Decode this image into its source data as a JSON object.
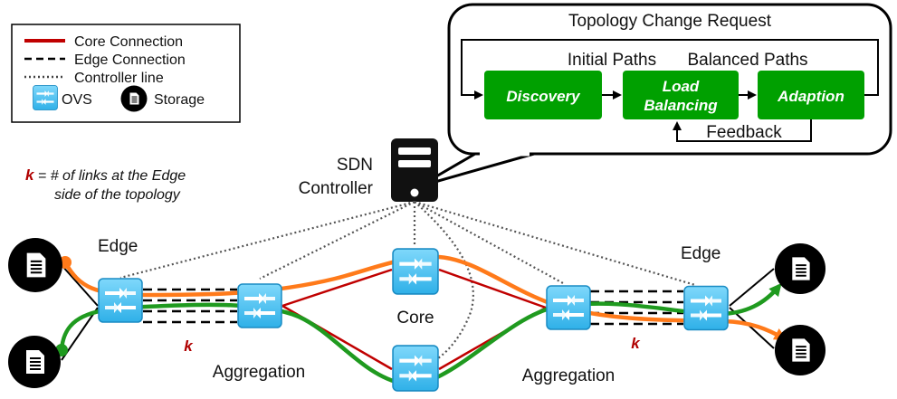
{
  "legend": {
    "core": "Core Connection",
    "edge": "Edge Connection",
    "controller": "Controller line",
    "ovs": "OVS",
    "storage": "Storage"
  },
  "topology_change": {
    "title": "Topology Change Request",
    "discovery": "Discovery",
    "load_balancing_line1": "Load",
    "load_balancing_line2": "Balancing",
    "adaption": "Adaption",
    "initial_paths": "Initial Paths",
    "balanced_paths": "Balanced Paths",
    "feedback": "Feedback"
  },
  "controller": {
    "line1": "SDN",
    "line2": "Controller"
  },
  "note": {
    "k": "k",
    "rest_line1": " = # of links at the Edge",
    "line2": "side of the topology"
  },
  "labels": {
    "edge_left": "Edge",
    "edge_right": "Edge",
    "core": "Core",
    "aggregation_left": "Aggregation",
    "aggregation_right": "Aggregation",
    "k_left": "k",
    "k_right": "k"
  },
  "colors": {
    "core": "#c00000",
    "orange": "#ff7a1a",
    "green": "#1f9a1f",
    "box_green": "#00a000",
    "ovs": "#4ec3f0"
  }
}
